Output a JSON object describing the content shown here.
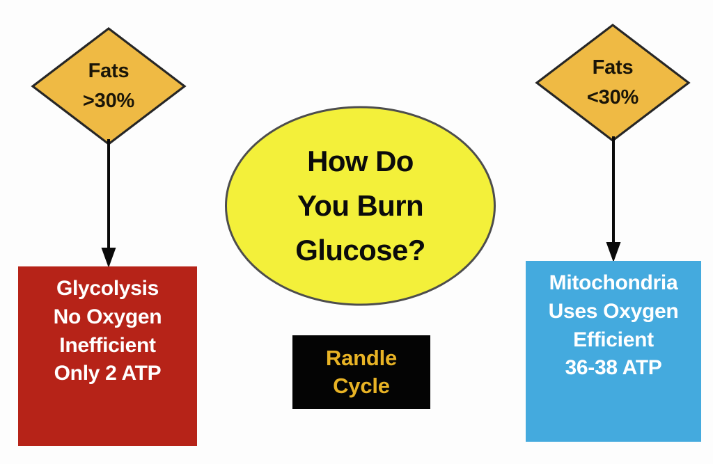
{
  "diagram": {
    "title": "How Do You Burn Glucose?",
    "center": {
      "line1": "How Do",
      "line2": "You Burn",
      "line3": "Glucose?",
      "fill_color": "#F3F03A",
      "stroke_color": "#4d4d4d",
      "text_color": "#0b0b0b"
    },
    "randle": {
      "line1": "Randle",
      "line2": "Cycle",
      "fill_color": "#040404",
      "text_color": "#E8B325"
    },
    "left": {
      "decision": {
        "line1": "Fats",
        "line2": ">30%",
        "fill_color": "#EFBA44",
        "stroke_color": "#262626",
        "text_color": "#1a1508"
      },
      "outcome": {
        "line1": "Glycolysis",
        "line2": "No Oxygen",
        "line3": "Inefficient",
        "line4": "Only 2 ATP",
        "fill_color": "#B62318",
        "text_color": "#ffffff"
      }
    },
    "right": {
      "decision": {
        "line1": "Fats",
        "line2": "<30%",
        "fill_color": "#EFBA44",
        "stroke_color": "#262626",
        "text_color": "#1a1508"
      },
      "outcome": {
        "line1": "Mitochondria",
        "line2": "Uses Oxygen",
        "line3": "Efficient",
        "line4": "36-38 ATP",
        "fill_color": "#44AADE",
        "text_color": "#ffffff"
      }
    },
    "connectors": {
      "left_arrow_name": "down-arrow-icon",
      "right_arrow_name": "down-arrow-icon",
      "color": "#0a0a0a"
    }
  }
}
